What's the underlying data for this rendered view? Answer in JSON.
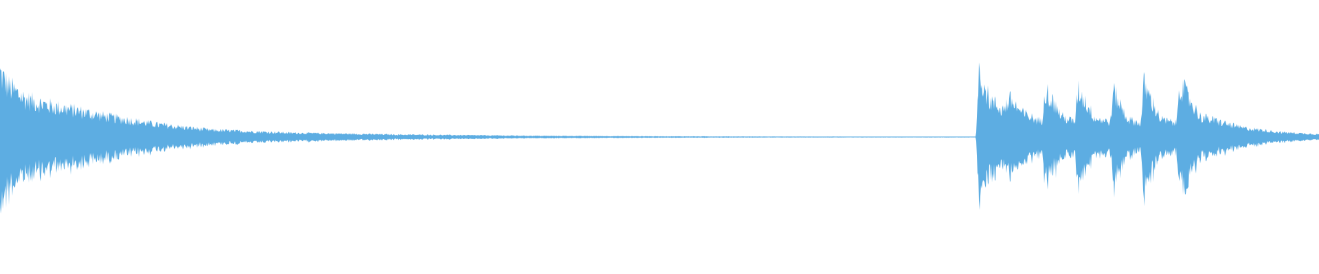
{
  "waveform": {
    "color": "#5DADE2",
    "background": "#FFFFFF",
    "amplitude_envelope": [
      [
        0.0,
        0.95
      ],
      [
        0.006,
        0.75
      ],
      [
        0.02,
        0.55
      ],
      [
        0.04,
        0.45
      ],
      [
        0.06,
        0.38
      ],
      [
        0.08,
        0.3
      ],
      [
        0.12,
        0.18
      ],
      [
        0.16,
        0.1
      ],
      [
        0.22,
        0.06
      ],
      [
        0.3,
        0.035
      ],
      [
        0.4,
        0.018
      ],
      [
        0.5,
        0.01
      ],
      [
        0.6,
        0.006
      ],
      [
        0.7,
        0.004
      ],
      [
        0.74,
        0.004
      ],
      [
        0.742,
        1.0
      ],
      [
        0.75,
        0.55
      ],
      [
        0.76,
        0.4
      ],
      [
        0.766,
        0.55
      ],
      [
        0.775,
        0.35
      ],
      [
        0.79,
        0.22
      ],
      [
        0.792,
        0.72
      ],
      [
        0.805,
        0.3
      ],
      [
        0.815,
        0.22
      ],
      [
        0.817,
        0.72
      ],
      [
        0.83,
        0.28
      ],
      [
        0.842,
        0.22
      ],
      [
        0.844,
        0.68
      ],
      [
        0.855,
        0.26
      ],
      [
        0.865,
        0.2
      ],
      [
        0.867,
        0.78
      ],
      [
        0.88,
        0.26
      ],
      [
        0.892,
        0.2
      ],
      [
        0.894,
        0.8
      ],
      [
        0.91,
        0.3
      ],
      [
        0.94,
        0.14
      ],
      [
        0.97,
        0.07
      ],
      [
        1.0,
        0.04
      ]
    ]
  }
}
